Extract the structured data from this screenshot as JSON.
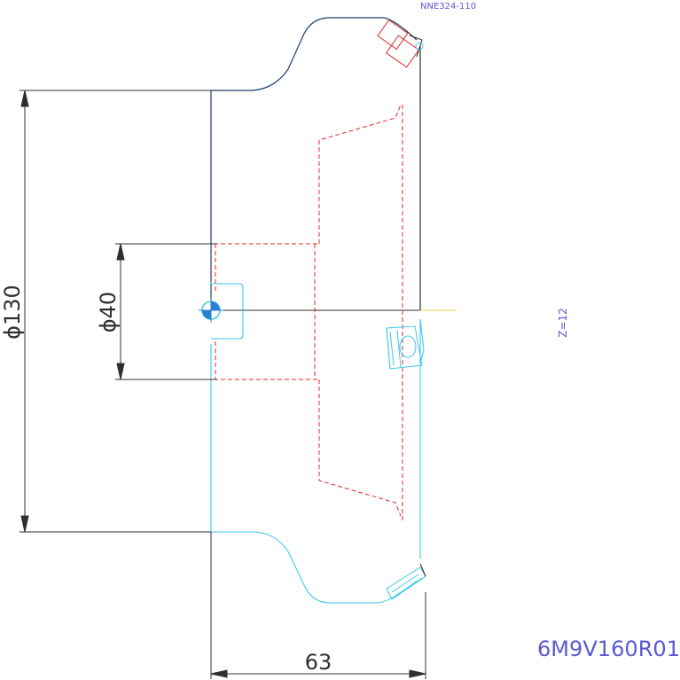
{
  "drawing": {
    "part_code_top": "NNE324-110",
    "teeth_label": "Z=12",
    "drawing_number": "6M9V160R01",
    "dimensions": {
      "outer_diameter": "ϕ130",
      "bore_diameter": "ϕ40",
      "width": "63"
    },
    "colors": {
      "outline": "#2f2f2f",
      "body_blue": "#1b3f6b",
      "mirror_cyan": "#3cc8e8",
      "hidden_red": "#e02828",
      "label_blue": "#5a5ad0",
      "centerline_yellow": "#e8d23c"
    }
  }
}
